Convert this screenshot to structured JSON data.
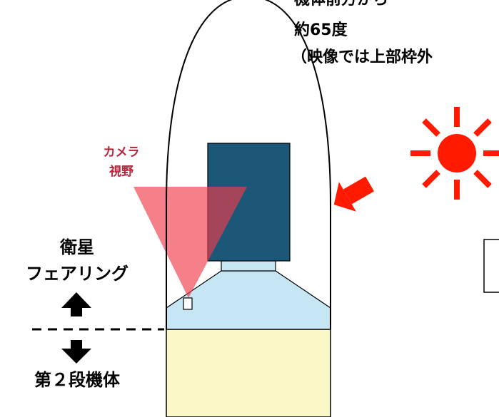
{
  "annotation": {
    "line1": "機体前方から",
    "line2": "約65度",
    "line3": "（映像では上部枠外"
  },
  "camera": {
    "line1": "カメラ",
    "line2": "視野"
  },
  "fairing": {
    "line1": "衛星",
    "line2": "フェアリング"
  },
  "second_stage": {
    "label": "第２段機体"
  },
  "colors": {
    "satellite": "#1b5878",
    "adapter": "#c6e6f4",
    "stage": "#fbf7c6",
    "camera_field": "#f03c4c",
    "camera_label": "#b5253a",
    "sun": "#ff1a00"
  },
  "icons": [
    "sun-icon",
    "arrow-up-icon",
    "arrow-down-icon",
    "sunlight-arrow-icon",
    "camera-icon"
  ]
}
